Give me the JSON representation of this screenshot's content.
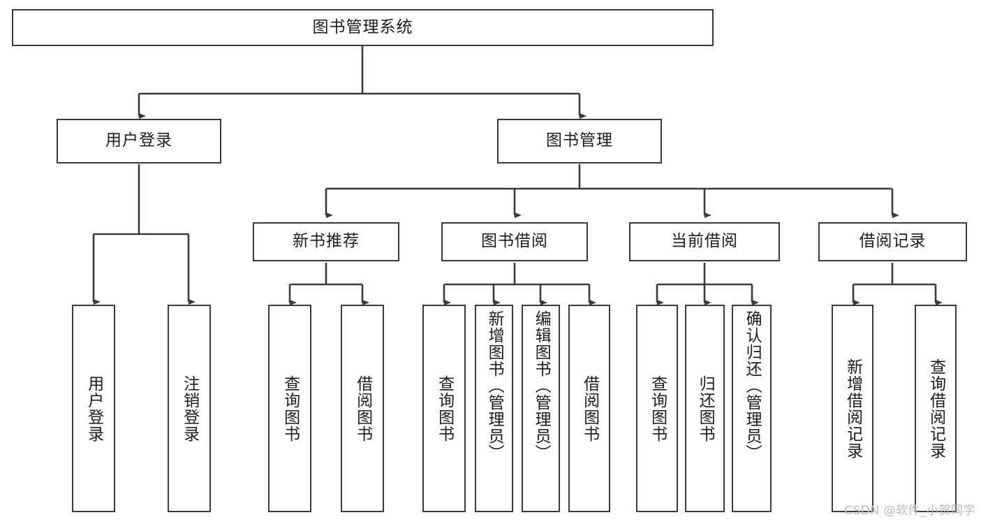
{
  "diagram": {
    "title": "图书管理系统",
    "type": "tree",
    "watermark": "CSDN @软件_小贺同学",
    "colors": {
      "node_border": "#3a3a3a",
      "node_fill": "#ffffff",
      "edge": "#3a3a3a",
      "text": "#1c1c1c",
      "watermark": "#b9b9b9"
    }
  },
  "nodes": {
    "root": {
      "label": "图书管理系统"
    },
    "level2": [
      {
        "label": "用户登录"
      },
      {
        "label": "图书管理"
      }
    ],
    "level3": [
      {
        "label": "新书推荐"
      },
      {
        "label": "图书借阅"
      },
      {
        "label": "当前借阅"
      },
      {
        "label": "借阅记录"
      }
    ],
    "leaves": {
      "user_login": [
        {
          "label": "用户登录"
        },
        {
          "label": "注销登录"
        }
      ],
      "new_book": [
        {
          "label": "查询图书"
        },
        {
          "label": "借阅图书"
        }
      ],
      "book_borrow": [
        {
          "label": "查询图书"
        },
        {
          "label": "新增图书（管理员）"
        },
        {
          "label": "编辑图书（管理员）"
        },
        {
          "label": "借阅图书"
        }
      ],
      "current_borrow": [
        {
          "label": "查询图书"
        },
        {
          "label": "归还图书"
        },
        {
          "label": "确认归还（管理员）"
        }
      ],
      "borrow_record": [
        {
          "label": "新增借阅记录"
        },
        {
          "label": "查询借阅记录"
        }
      ]
    }
  }
}
